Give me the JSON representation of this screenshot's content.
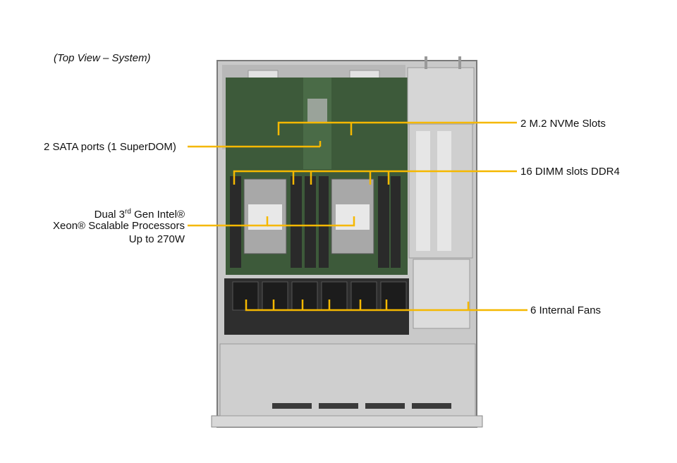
{
  "title": "(Top View – System)",
  "callouts": {
    "sata": "2 SATA ports (1 SuperDOM)",
    "m2": "2 M.2 NVMe Slots",
    "dimm": "16 DIMM slots DDR4",
    "cpu_line1_prefix": "Dual 3",
    "cpu_line1_sup": "rd",
    "cpu_line1_suffix": " Gen Intel®",
    "cpu_line2": "Xeon® Scalable Processors",
    "cpu_line3": "Up to 270W",
    "fans": "6 Internal  Fans"
  },
  "colors": {
    "callout": "#f5b800",
    "chassis": "#9a9a9a",
    "board": "#3d5a3a"
  }
}
